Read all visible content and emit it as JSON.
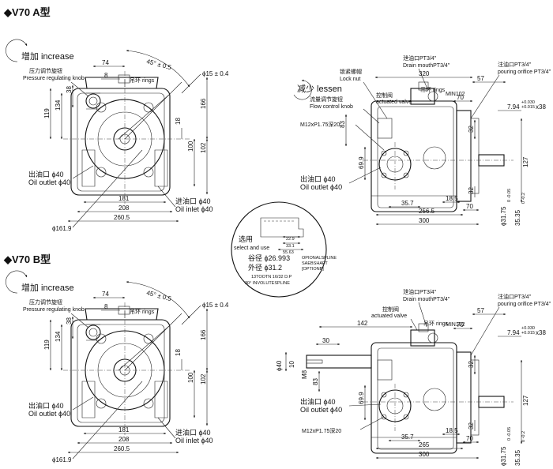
{
  "sections": {
    "a": {
      "title": "◆V70  A型"
    },
    "b": {
      "title": "◆V70  B型"
    }
  },
  "front_view": {
    "increase": "增加 increase",
    "knob_cn": "压力调节旋钮",
    "knob_en": "Pressure regulating knob",
    "rings": "吊环 rings",
    "outlet_cn": "出油口 ϕ40",
    "outlet_en": "Oil outlet ϕ40",
    "inlet_cn": "进油口 ϕ40",
    "inlet_en": "Oil inlet ϕ40",
    "dims": {
      "d74": "74",
      "d8": "8",
      "d38": "38",
      "d134": "134",
      "d119": "119",
      "d166": "166",
      "d18": "18",
      "d100": "100",
      "d102": "102",
      "d181": "181",
      "d208": "208",
      "d2605": "260.5",
      "d1619": "ϕ161.9",
      "d15": "ϕ15 ± 0.4",
      "angle": "45° ± 0.5"
    }
  },
  "side_view_a": {
    "drain_cn": "泄油口PT3/4\"",
    "drain_en": "Drain mouthPT3/4\"",
    "lock_cn": "锁紧螺帽",
    "lock_en": "Lock nut",
    "rings": "吊环 rings",
    "min102": "MIN102",
    "lessen": "减少 lessen",
    "flow_cn": "流量调节旋钮",
    "flow_en": "Flow control knob",
    "valve_cn": "控制阀",
    "valve_en": "actuated valve",
    "m12": "M12xP1.75深20",
    "pour_cn": "注油口PT3/4\"",
    "pour_en": "pouring orifice PT3/4\"",
    "outlet_cn": "出油口 ϕ40",
    "outlet_en": "Oil outlet ϕ40",
    "dims": {
      "d320": "320",
      "d57": "57",
      "d70": "70",
      "d794": "7.94",
      "d794tol1": "+0.030",
      "d794tol2": "+0.015",
      "d794x": "x38",
      "d32a": "32",
      "d83": "83",
      "d699": "69.9",
      "d127": "127",
      "d357": "35.7",
      "d185": "18.5",
      "d2565": "256.5",
      "d70b": "70",
      "d300": "300",
      "d3175": "ϕ31.75",
      "d3175tol": "0 -0.05",
      "d3535": "35.35",
      "d3535tol": "0 -0.2",
      "d32b": "32"
    }
  },
  "spline": {
    "option_cn": "选用",
    "option_en": "select and use",
    "valley": "谷径 ϕ26.993",
    "outer": "外径 ϕ31.2",
    "spec1": "OPIONALSPLINE",
    "spec2": "SAEBSHAFT",
    "spec3": "[OPTIONB]",
    "spec4": "13TOOTN 16/32 D.P",
    "spec5": "30° INVOLUTESPLINE",
    "d229": "22.9",
    "d331": "33.1",
    "d5563": "55.63"
  },
  "side_view_b": {
    "drain_cn": "泄油口PT3/4\"",
    "drain_en": "Drain mouthPT3/4\"",
    "valve_cn": "控制阀",
    "valve_en": "actuated valve",
    "rings": "吊环 rings",
    "min102": "MIN102",
    "pour_cn": "注油口PT3/4\"",
    "pour_en": "pouring orifice PT3/4\"",
    "outlet_cn": "出油口 ϕ40",
    "outlet_en": "Oil outlet ϕ40",
    "m12": "M12xP1.75深20",
    "dims": {
      "d142": "142",
      "d30": "30",
      "d57": "57",
      "d70": "70",
      "d794": "7.94",
      "d794tol1": "+0.030",
      "d794tol2": "+0.015",
      "d794x": "x38",
      "d40": "ϕ40",
      "d10": "10",
      "d32a": "32",
      "m8": "M8",
      "d83": "83",
      "d699": "69.9",
      "d127": "127",
      "d357": "35.7",
      "d185": "18.5",
      "d265": "265",
      "d70b": "70",
      "d300": "300",
      "d3175": "ϕ31.75",
      "d3175tol": "0 -0.05",
      "d3535": "35.35",
      "d3535tol": "0 -0.2",
      "d32b": "32"
    }
  }
}
